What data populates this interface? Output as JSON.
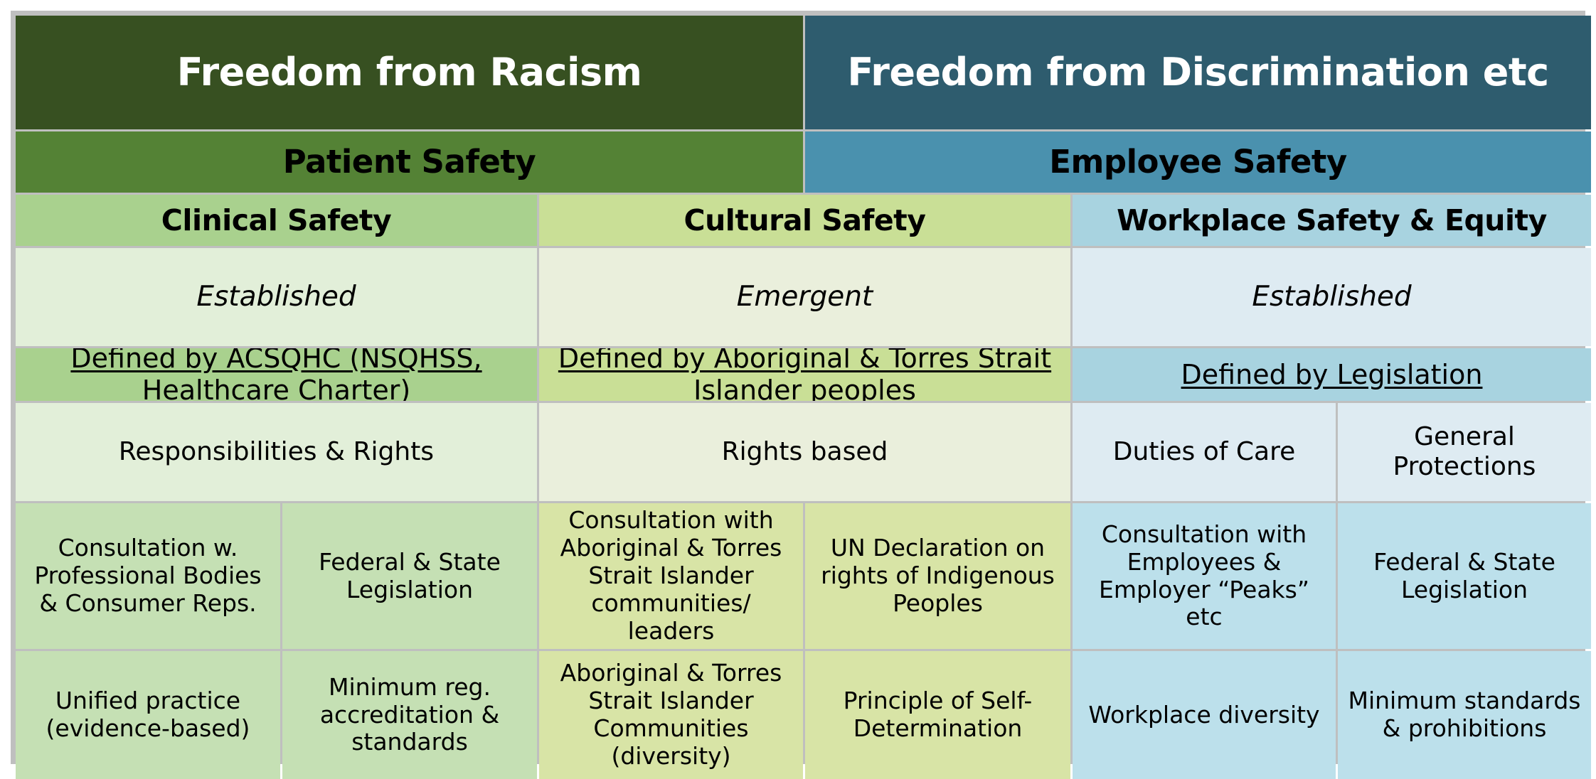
{
  "bands": {
    "left": {
      "title": "Freedom from Racism",
      "subtitle": "Patient Safety"
    },
    "right": {
      "title": "Freedom from Discrimination etc",
      "subtitle": "Employee Safety"
    }
  },
  "columns": [
    {
      "heading": "Clinical Safety",
      "status": "Established",
      "defined_by": "Defined by ACSQHC (NSQHSS, Healthcare Charter)",
      "basis": "Responsibilities & Rights",
      "details_row1": [
        "Consultation w. Professional Bodies & Consumer Reps.",
        "Federal & State Legislation"
      ],
      "details_row2": [
        "Unified practice (evidence-based)",
        "Minimum reg. accreditation & standards"
      ]
    },
    {
      "heading": "Cultural Safety",
      "status": "Emergent",
      "defined_by": "Defined by Aboriginal & Torres Strait Islander peoples",
      "basis": "Rights based",
      "details_row1": [
        "Consultation with Aboriginal & Torres Strait Islander communities/ leaders",
        "UN Declaration on rights of Indigenous Peoples"
      ],
      "details_row2": [
        "Aboriginal & Torres Strait Islander Communities (diversity)",
        "Principle of Self-Determination"
      ]
    },
    {
      "heading": "Workplace Safety & Equity",
      "status": "Established",
      "defined_by": "Defined by Legislation",
      "basis_split": [
        "Duties of Care",
        "General Protections"
      ],
      "details_row1": [
        "Consultation with Employees & Employer “Peaks” etc",
        "Federal & State Legislation"
      ],
      "details_row2": [
        "Workplace diversity",
        "Minimum standards & prohibitions"
      ]
    }
  ],
  "colors": {
    "band_left_dark": "#375021",
    "band_left_mid": "#548235",
    "band_right_dark": "#2E5C6E",
    "band_right_mid": "#4A91AE",
    "clinical_head": "#A9D18E",
    "cultural_head": "#C9DF96",
    "workplace_head": "#A8D3E0",
    "frame": "#BFBFBF"
  }
}
